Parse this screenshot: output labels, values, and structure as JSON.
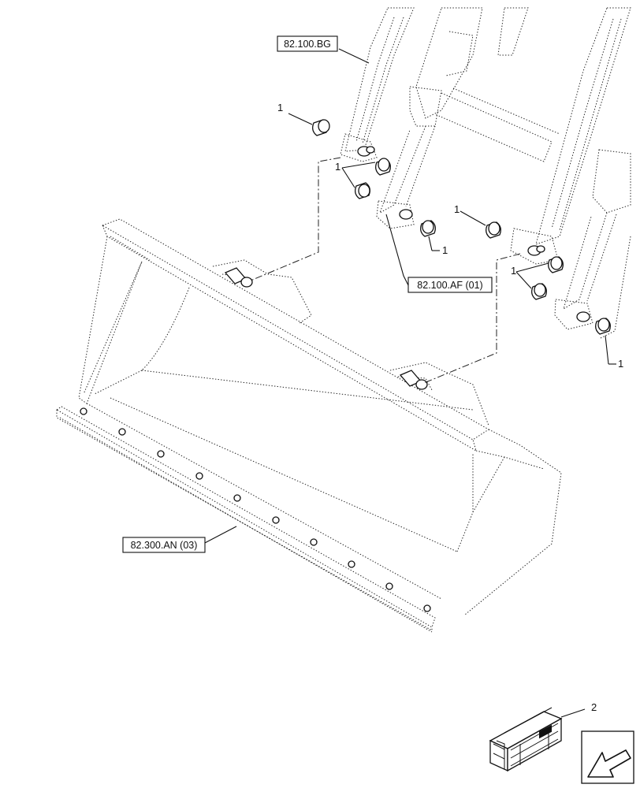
{
  "references": {
    "boom_ref": "82.100.BG",
    "pin_ref": "82.100.AF (01)",
    "bucket_ref": "82.300.AN (03)"
  },
  "callouts": {
    "bushing": "1",
    "kit": "2"
  },
  "icons": {
    "kit": "parts-kit-box-icon",
    "nav": "arrow-down-left-icon"
  }
}
